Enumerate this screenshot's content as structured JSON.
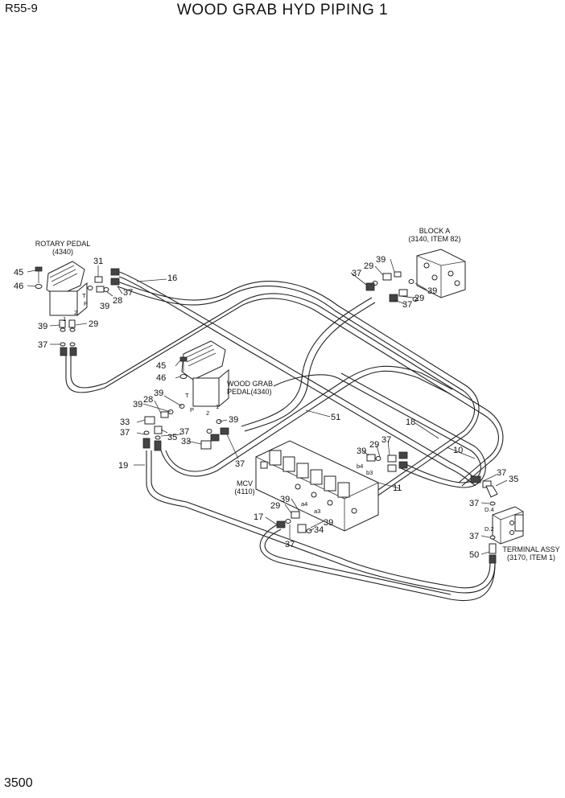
{
  "header": {
    "model": "R55-9",
    "title": "WOOD GRAB HYD PIPING 1",
    "page_number": "3500"
  },
  "labels": {
    "rotary_pedal": "ROTARY PEDAL",
    "rotary_pedal_ref": "(4340)",
    "block_a": "BLOCK A",
    "block_a_ref": "(3140, ITEM 82)",
    "wood_grab_pedal": "WOOD GRAB",
    "wood_grab_pedal_ref": "PEDAL(4340)",
    "mcv": "MCV",
    "mcv_ref": "(4110)",
    "terminal_assy": "TERMINAL ASSY",
    "terminal_assy_ref": "(3170, ITEM 1)"
  },
  "port_labels": {
    "t1": "T",
    "p1": "P",
    "p1_2": "2",
    "p1_1": "1",
    "t2": "T",
    "p2": "P",
    "p2_2": "2",
    "p2_1": "1",
    "b4": "b4",
    "b3": "b3",
    "a4": "a4",
    "a3": "a3",
    "d4": "D.4",
    "d2": "D.2"
  },
  "callouts": {
    "c45a": "45",
    "c46a": "46",
    "c31": "31",
    "c16": "16",
    "c28a": "28",
    "c37a": "37",
    "c39a": "39",
    "c29a": "29",
    "c39b": "39",
    "c37b": "37",
    "c37c": "37",
    "c29b": "29",
    "c39c": "39",
    "c39d": "39",
    "c29c": "29",
    "c37d": "37",
    "c45b": "45",
    "c46b": "46",
    "c39e": "39",
    "c28b": "28",
    "c39f": "39",
    "c33a": "33",
    "c37e": "37",
    "c35a": "35",
    "c37f": "37",
    "c33b": "33",
    "c39g": "39",
    "c37g": "37",
    "c51": "51",
    "c18": "18",
    "c10": "10",
    "c19": "19",
    "c39h": "39",
    "c29d": "29",
    "c37h": "37",
    "c11": "11",
    "c17": "17",
    "c29e": "29",
    "c39i": "39",
    "c37i": "37",
    "c34": "34",
    "c39j": "39",
    "c37j": "37",
    "c35b": "35",
    "c37k": "37",
    "c37l": "37",
    "c50": "50"
  }
}
